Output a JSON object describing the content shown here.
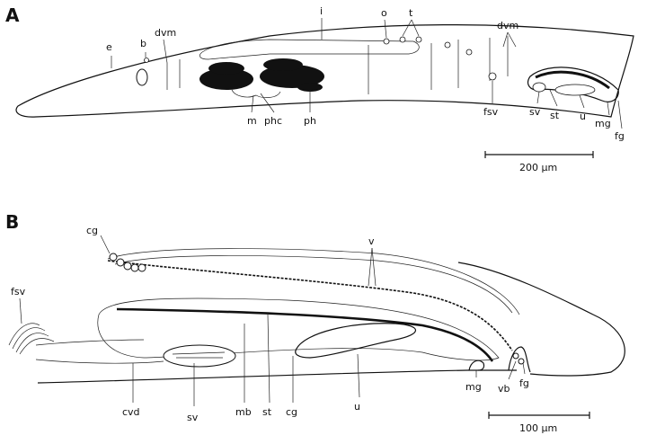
{
  "panels": {
    "A": {
      "letter": "A",
      "labels": {
        "e": "e",
        "b": "b",
        "dvm1": "dvm",
        "i": "i",
        "o": "o",
        "t": "t",
        "dvm2": "dvm",
        "m": "m",
        "phc": "phc",
        "ph": "ph",
        "fsv": "fsv",
        "sv": "sv",
        "st": "st",
        "u": "u",
        "mg": "mg",
        "fg": "fg"
      },
      "scale_bar": "200 µm"
    },
    "B": {
      "letter": "B",
      "labels": {
        "cg1": "cg",
        "v": "v",
        "fsv": "fsv",
        "cvd": "cvd",
        "sv": "sv",
        "mb": "mb",
        "st": "st",
        "cg2": "cg",
        "u": "u",
        "mg": "mg",
        "vb": "vb",
        "fg": "fg"
      },
      "scale_bar": "100 µm"
    }
  }
}
